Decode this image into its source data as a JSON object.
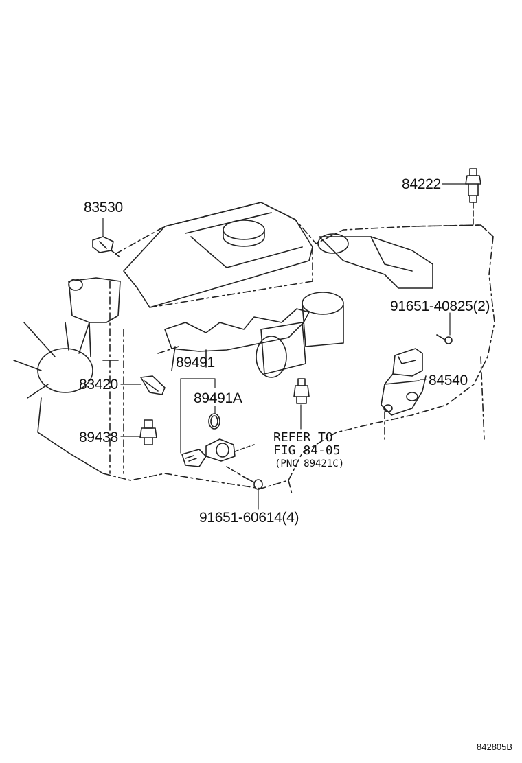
{
  "callouts": {
    "p84222": "84222",
    "p83530": "83530",
    "p91651_40825": "91651-40825(2)",
    "p89491": "89491",
    "p83420": "83420",
    "p84540": "84540",
    "p89491A": "89491A",
    "p89438": "89438",
    "p91651_60614": "91651-60614(4)"
  },
  "reference": {
    "line1": "REFER TO",
    "line2": "FIG 84-05",
    "line3": "(PNC 89421C)"
  },
  "figure_code": "842805B"
}
